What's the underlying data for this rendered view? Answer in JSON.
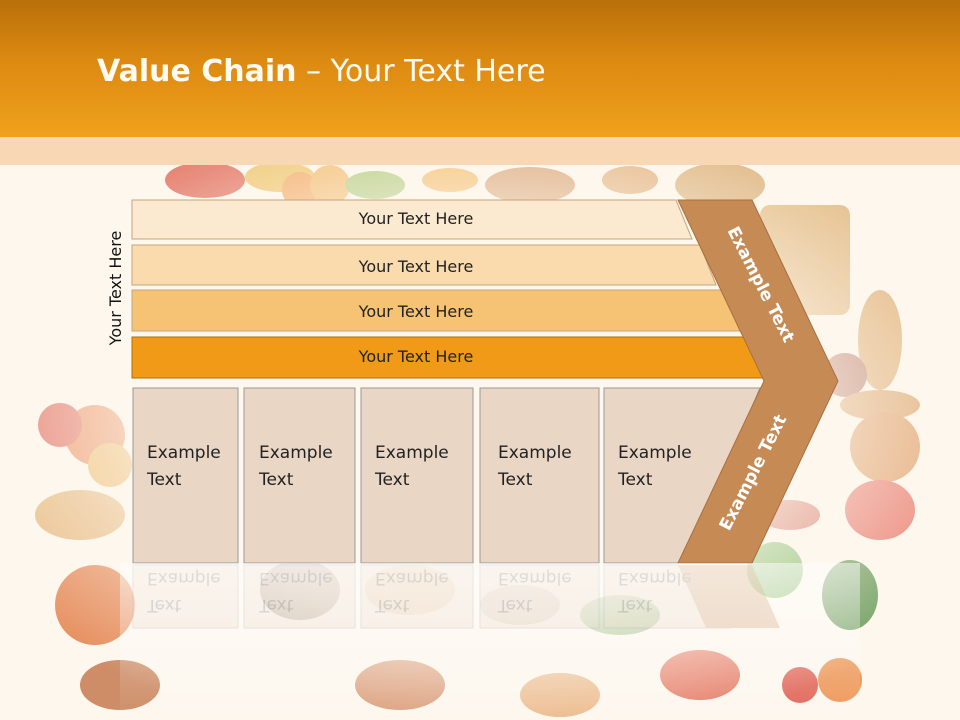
{
  "title": {
    "bold": "Value Chain",
    "rest": " – Your Text Here"
  },
  "side_label": "Your Text Here",
  "rows": [
    "Your Text Here",
    "Your Text Here",
    "Your Text Here",
    "Your Text Here"
  ],
  "boxes": [
    {
      "line1": "Example",
      "line2": "Text"
    },
    {
      "line1": "Example",
      "line2": "Text"
    },
    {
      "line1": "Example",
      "line2": "Text"
    },
    {
      "line1": "Example",
      "line2": "Text"
    },
    {
      "line1": "Example",
      "line2": "Text"
    }
  ],
  "chevron": {
    "upper": "Example Text",
    "lower": "Example Text"
  },
  "colors": {
    "header": "#e0900f",
    "row_fills": [
      "#fbe9d0",
      "#f9dbae",
      "#f6c274",
      "#f09a17"
    ],
    "box_fill": "#ead6c4",
    "chevron": "#c68a55"
  }
}
